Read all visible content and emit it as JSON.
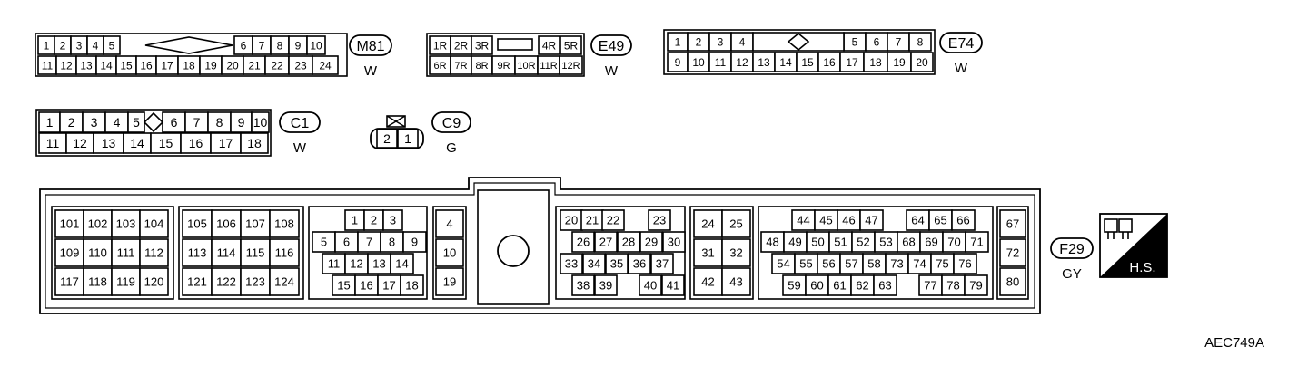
{
  "figure_code": "AEC749A",
  "connectors": [
    {
      "id": "M81",
      "color": "W",
      "rows": [
        [
          "1",
          "2",
          "3",
          "4",
          "5",
          "6",
          "7",
          "8",
          "9",
          "10"
        ],
        [
          "11",
          "12",
          "13",
          "14",
          "15",
          "16",
          "17",
          "18",
          "19",
          "20",
          "21",
          "22",
          "23",
          "24"
        ]
      ]
    },
    {
      "id": "E49",
      "color": "W",
      "rows": [
        [
          "1R",
          "2R",
          "3R",
          "4R",
          "5R"
        ],
        [
          "6R",
          "7R",
          "8R",
          "9R",
          "10R",
          "11R",
          "12R"
        ]
      ]
    },
    {
      "id": "E74",
      "color": "W",
      "rows": [
        [
          "1",
          "2",
          "3",
          "4",
          "5",
          "6",
          "7",
          "8"
        ],
        [
          "9",
          "10",
          "11",
          "12",
          "13",
          "14",
          "15",
          "16",
          "17",
          "18",
          "19",
          "20"
        ]
      ]
    },
    {
      "id": "C1",
      "color": "W",
      "rows": [
        [
          "1",
          "2",
          "3",
          "4",
          "5",
          "6",
          "7",
          "8",
          "9",
          "10"
        ],
        [
          "11",
          "12",
          "13",
          "14",
          "15",
          "16",
          "17",
          "18"
        ]
      ]
    },
    {
      "id": "C9",
      "color": "G",
      "rows": [
        [
          "2",
          "1"
        ]
      ]
    },
    {
      "id": "F29",
      "color": "GY",
      "badge": "H.S.",
      "blocks": [
        {
          "rows": [
            [
              "101",
              "102",
              "103",
              "104"
            ],
            [
              "109",
              "110",
              "111",
              "112"
            ],
            [
              "117",
              "118",
              "119",
              "120"
            ]
          ]
        },
        {
          "rows": [
            [
              "105",
              "106",
              "107",
              "108"
            ],
            [
              "113",
              "114",
              "115",
              "116"
            ],
            [
              "121",
              "122",
              "123",
              "124"
            ]
          ]
        },
        {
          "rows": [
            [
              "1",
              "2",
              "3"
            ],
            [
              "5",
              "6",
              "7",
              "8",
              "9"
            ],
            [
              "11",
              "12",
              "13",
              "14"
            ],
            [
              "15",
              "16",
              "17",
              "18"
            ]
          ]
        },
        {
          "rows": [
            [
              "4"
            ],
            [
              "10"
            ],
            [
              "19"
            ]
          ]
        },
        {
          "rows": [
            [
              "20",
              "21",
              "22",
              "23"
            ],
            [
              "26",
              "27",
              "28",
              "29",
              "30"
            ],
            [
              "33",
              "34",
              "35",
              "36",
              "37"
            ],
            [
              "38",
              "39",
              "40",
              "41"
            ]
          ]
        },
        {
          "rows": [
            [
              "24",
              "25"
            ],
            [
              "31",
              "32"
            ],
            [
              "42",
              "43"
            ]
          ]
        },
        {
          "rows": [
            [
              "44",
              "45",
              "46",
              "47",
              "64",
              "65",
              "66"
            ],
            [
              "48",
              "49",
              "50",
              "51",
              "52",
              "53",
              "68",
              "69",
              "70",
              "71"
            ],
            [
              "54",
              "55",
              "56",
              "57",
              "58",
              "73",
              "74",
              "75",
              "76"
            ],
            [
              "59",
              "60",
              "61",
              "62",
              "63",
              "77",
              "78",
              "79"
            ]
          ]
        },
        {
          "rows": [
            [
              "67"
            ],
            [
              "72"
            ],
            [
              "80"
            ]
          ]
        }
      ]
    }
  ]
}
